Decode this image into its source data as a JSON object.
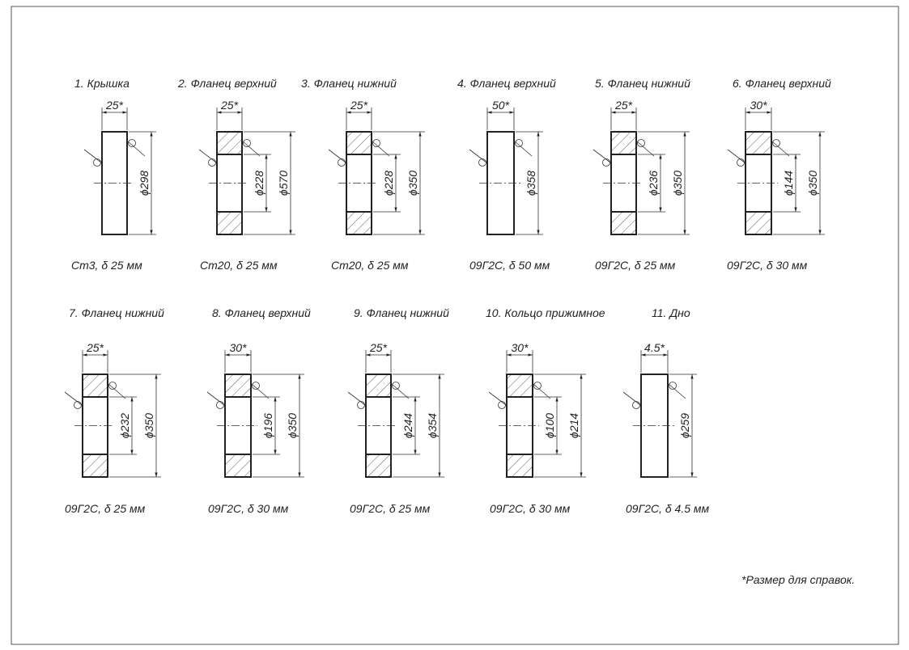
{
  "sheet": {
    "note": "*Размер для справок.",
    "parts": [
      {
        "title": "1. Крышка",
        "thickness": "25*",
        "inner": null,
        "outer": "ϕ298",
        "material": "Ст3, δ 25 мм",
        "hollow": false
      },
      {
        "title": "2. Фланец верхний",
        "thickness": "25*",
        "inner": "ϕ228",
        "outer": "ϕ570",
        "material": "Ст20, δ 25 мм",
        "hollow": true
      },
      {
        "title": "3. Фланец нижний",
        "thickness": "25*",
        "inner": "ϕ228",
        "outer": "ϕ350",
        "material": "Ст20, δ 25 мм",
        "hollow": true
      },
      {
        "title": "4. Фланец верхний",
        "thickness": "50*",
        "inner": null,
        "outer": "ϕ358",
        "material": "09Г2С, δ 50 мм",
        "hollow": false
      },
      {
        "title": "5. Фланец нижний",
        "thickness": "25*",
        "inner": "ϕ236",
        "outer": "ϕ350",
        "material": "09Г2С, δ 25 мм",
        "hollow": true
      },
      {
        "title": "6. Фланец верхний",
        "thickness": "30*",
        "inner": "ϕ144",
        "outer": "ϕ350",
        "material": "09Г2С, δ 30 мм",
        "hollow": true
      },
      {
        "title": "7. Фланец нижний",
        "thickness": "25*",
        "inner": "ϕ232",
        "outer": "ϕ350",
        "material": "09Г2С, δ 25 мм",
        "hollow": true
      },
      {
        "title": "8. Фланец верхний",
        "thickness": "30*",
        "inner": "ϕ196",
        "outer": "ϕ350",
        "material": "09Г2С, δ 30 мм",
        "hollow": true
      },
      {
        "title": "9. Фланец нижний",
        "thickness": "25*",
        "inner": "ϕ244",
        "outer": "ϕ354",
        "material": "09Г2С, δ 25 мм",
        "hollow": true
      },
      {
        "title": "10. Кольцо прижимное",
        "thickness": "30*",
        "inner": "ϕ100",
        "outer": "ϕ214",
        "material": "09Г2С, δ 30 мм",
        "hollow": true
      },
      {
        "title": "11. Дно",
        "thickness": "4.5*",
        "inner": null,
        "outer": "ϕ259",
        "material": "09Г2С, δ 4.5 мм",
        "hollow": false
      }
    ]
  }
}
